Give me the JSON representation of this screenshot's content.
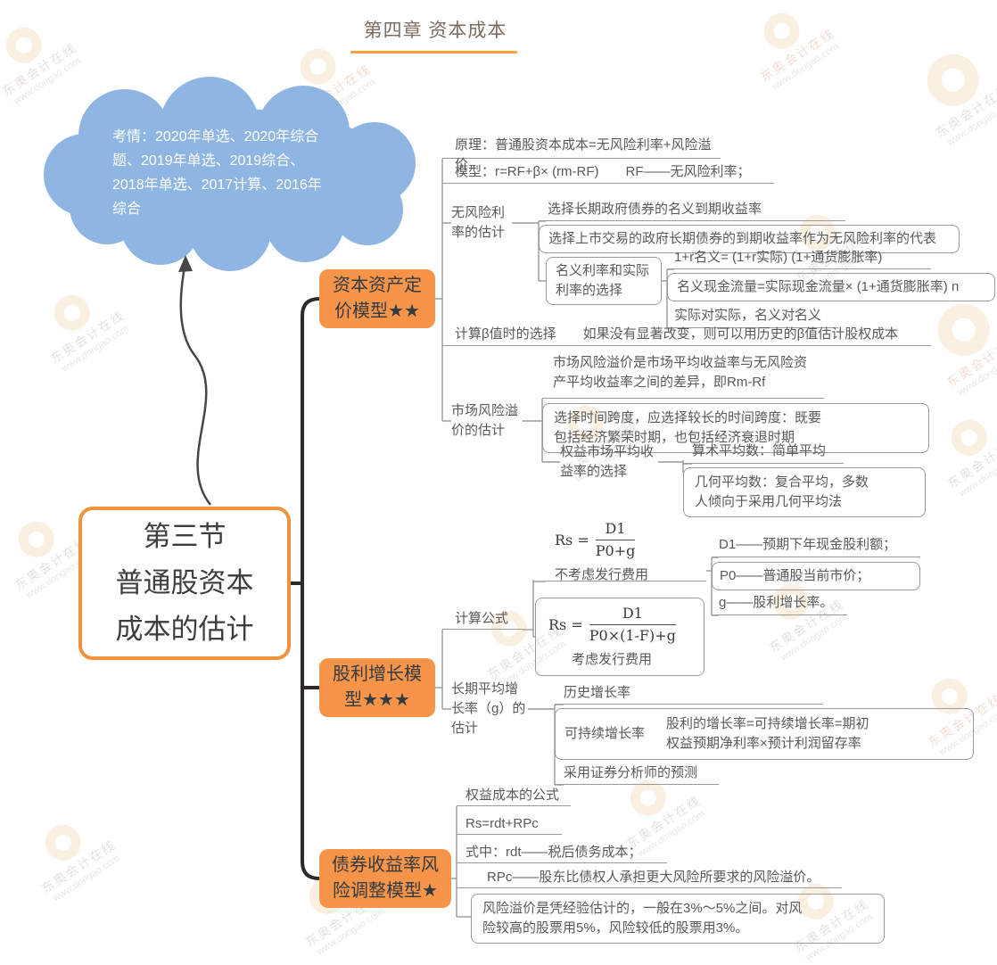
{
  "header": {
    "title": "第四章 资本成本"
  },
  "cloud": {
    "text": "考情：2020年单选、2020年综合\n题、2019年单选、2019综合、\n2018年单选、2017计算、2016年\n综合"
  },
  "root": {
    "title": "第三节\n普通股资本\n成本的估计"
  },
  "capm": {
    "label": "资本资产定\n价模型★★",
    "principle": "原理：普通股资本成本=无风险利率+风险溢价",
    "model_formula": "模型：r=RF+β× (rm-RF)",
    "model_note": "RF——无风险利率；",
    "risk_free": {
      "label": "无风险利率的估计",
      "item1": "选择长期政府债券的名义到期收益率",
      "item2": "选择上市交易的政府长期债券的到期收益率作为无风险利率的代表",
      "nominal_real": {
        "label": "名义利率和实际利率的选择",
        "item1": "1+r名义= (1+r实际) (1+通货膨胀率)",
        "item2": "名义现金流量=实际现金流量× (1+通货膨胀率) n",
        "item3": "实际对实际，名义对名义"
      }
    },
    "beta": {
      "label": "计算β值时的选择",
      "note": "如果没有显著改变，则可以用历史的β值估计股权成本"
    },
    "market_premium": {
      "label": "市场风险溢价的估计",
      "item1": "市场风险溢价是市场平均收益率与无风险资产平均收益率之间的差异，即Rm-Rf",
      "item2": "选择时间跨度，应选择较长的时间跨度：既要包括经济繁荣时期，也包括经济衰退时期",
      "equity_return": {
        "label": "权益市场平均收益率的选择",
        "item1": "算术平均数：简单平均",
        "item2": "几何平均数：复合平均，多数人倾向于采用几何平均法"
      }
    }
  },
  "dividend": {
    "label": "股利增长模\n型★★★",
    "formula_label": "计算公式",
    "formula1": {
      "lhs": "Rs =",
      "numerator": "D1",
      "denominator": "P0+g",
      "note": "不考虑发行费用"
    },
    "formula1_terms": {
      "d1": "D1——预期下年现金股利额；",
      "p0": "P0——普通股当前市价；",
      "g": "g——股利增长率。"
    },
    "formula2": {
      "lhs": "Rs =",
      "numerator": "D1",
      "denominator": "P0×(1-F)+g",
      "note": "考虑发行费用"
    },
    "growth": {
      "label": "长期平均增\n长率（g）的\n估计",
      "item1": "历史增长率",
      "item2_label": "可持续增长率",
      "item2_note": "股利的增长率=可持续增长率=期初权益预期净利率×预计利润留存率",
      "item3": "采用证券分析师的预测"
    }
  },
  "bond_yield": {
    "label": "债券收益率风\n险调整模型★",
    "item1": "权益成本的公式",
    "item2": "Rs=rdt+RPc",
    "item3": "式中：rdt——税后债务成本；",
    "item4": "RPc——股东比债权人承担更大风险所要求的风险溢价。",
    "item5": "风险溢价是凭经验估计的，一般在3%～5%之间。对风险较高的股票用5%，风险较低的股票用3%。"
  },
  "watermark": {
    "line1": "东奥会计在线",
    "line2": "www.dongao.com"
  },
  "colors": {
    "accent_orange": "#F6954A",
    "cloud_blue": "#8FB5E2",
    "line_gray": "#9A9A9A",
    "trunk_dark": "#2E2A28",
    "text_gray": "#595959"
  }
}
